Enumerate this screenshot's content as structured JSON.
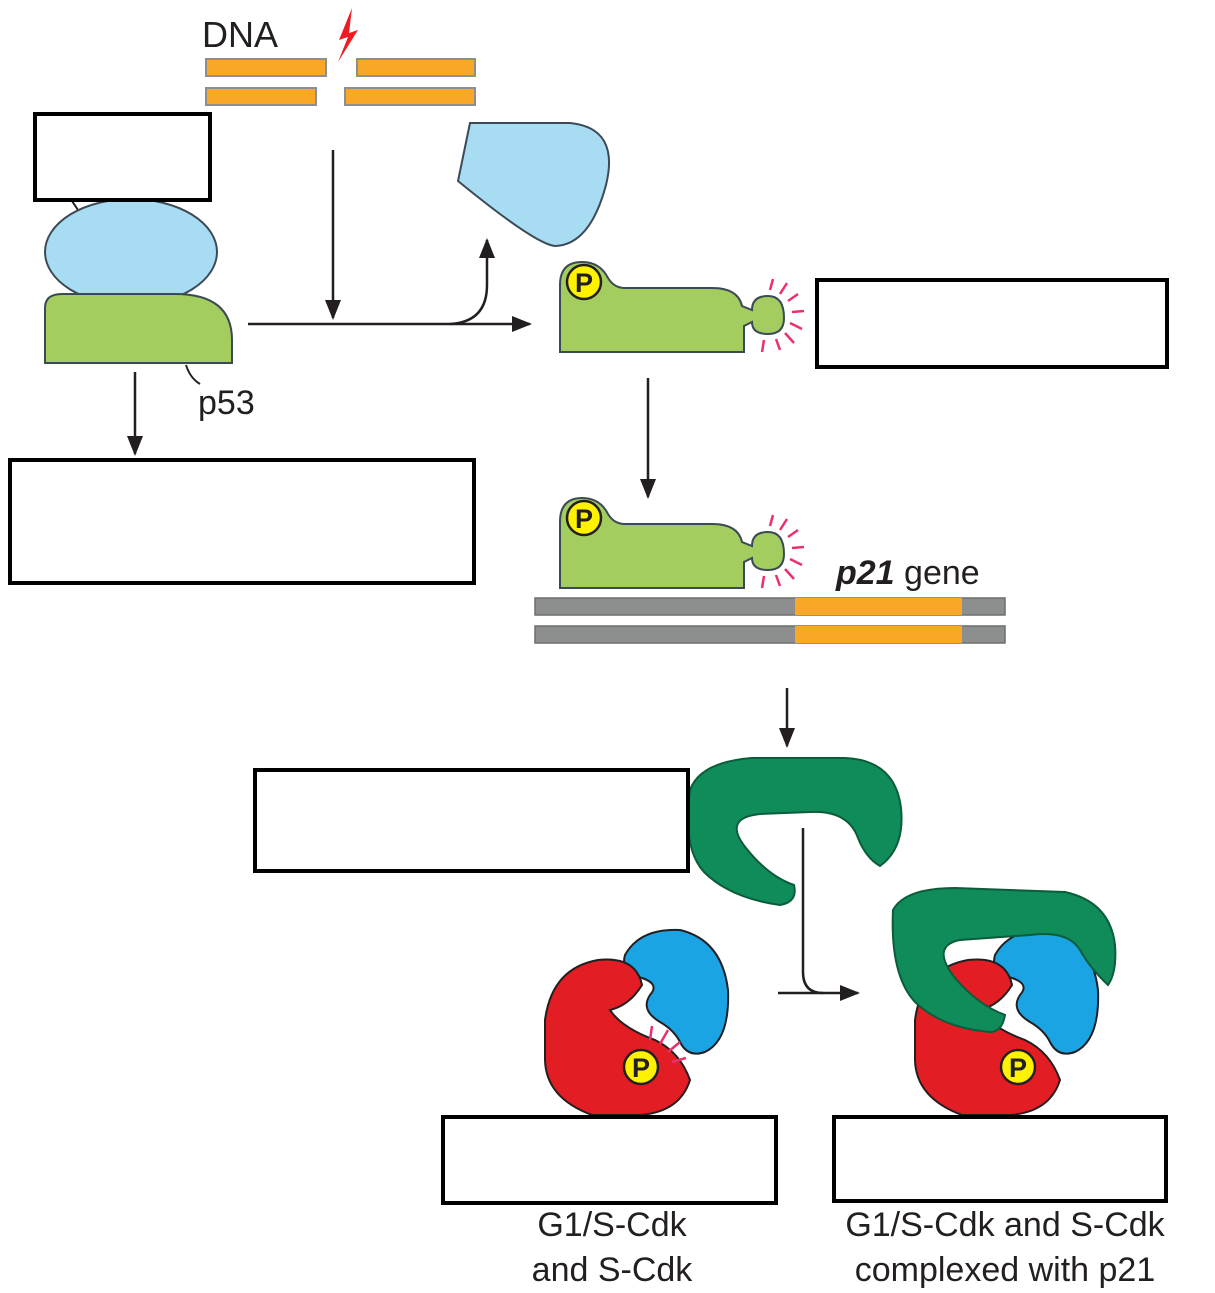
{
  "labels": {
    "dna": "DNA",
    "p53": "p53",
    "p21_gene_italic": "p21",
    "p21_gene_suffix": " gene",
    "p_symbol": "P",
    "cdk_line1": "G1/S-Cdk",
    "cdk_line2": "and S-Cdk",
    "complex_line1": "G1/S-Cdk and S-Cdk",
    "complex_line2": "complexed with p21"
  },
  "blank_boxes": [
    "blank-box-1",
    "blank-box-2",
    "blank-box-3",
    "blank-box-4",
    "blank-box-5",
    "blank-box-6"
  ],
  "colors": {
    "mdm2_blue": "#a8dcf3",
    "p53_green": "#a3cd5e",
    "p21_green": "#0f8c5a",
    "cdk_red": "#e31d24",
    "cyclin_blue": "#1aa4e4",
    "phosphate_yellow": "#fff200",
    "dna_orange": "#f9a727",
    "dna_gray": "#8c8f8e",
    "damage_red": "#ed1c24",
    "activation_pink": "#ec2f6e"
  }
}
